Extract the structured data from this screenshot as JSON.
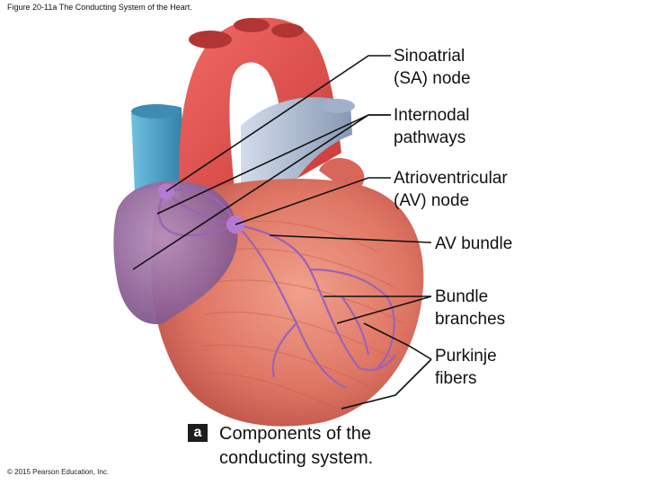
{
  "figure_title": "Figure 20-11a The Conducting System of the Heart.",
  "labels": {
    "sa_node": "Sinoatrial\n(SA) node",
    "internodal": "Internodal\npathways",
    "av_node": "Atrioventricular\n(AV) node",
    "av_bundle": "AV bundle",
    "bundle_branches": "Bundle\nbranches",
    "purkinje": "Purkinje\nfibers"
  },
  "caption": {
    "letter": "a",
    "text": "Components of the conducting system."
  },
  "copyright": "© 2015 Pearson Education, Inc.",
  "colors": {
    "myocardium": "#e07a6a",
    "aorta": "#e4524f",
    "vena_cava": "#4aa0c8",
    "pulmonary": "#aab9cf",
    "atrium": "#9a6b9e",
    "conduction": "#9a63b8",
    "leader": "#111111"
  }
}
